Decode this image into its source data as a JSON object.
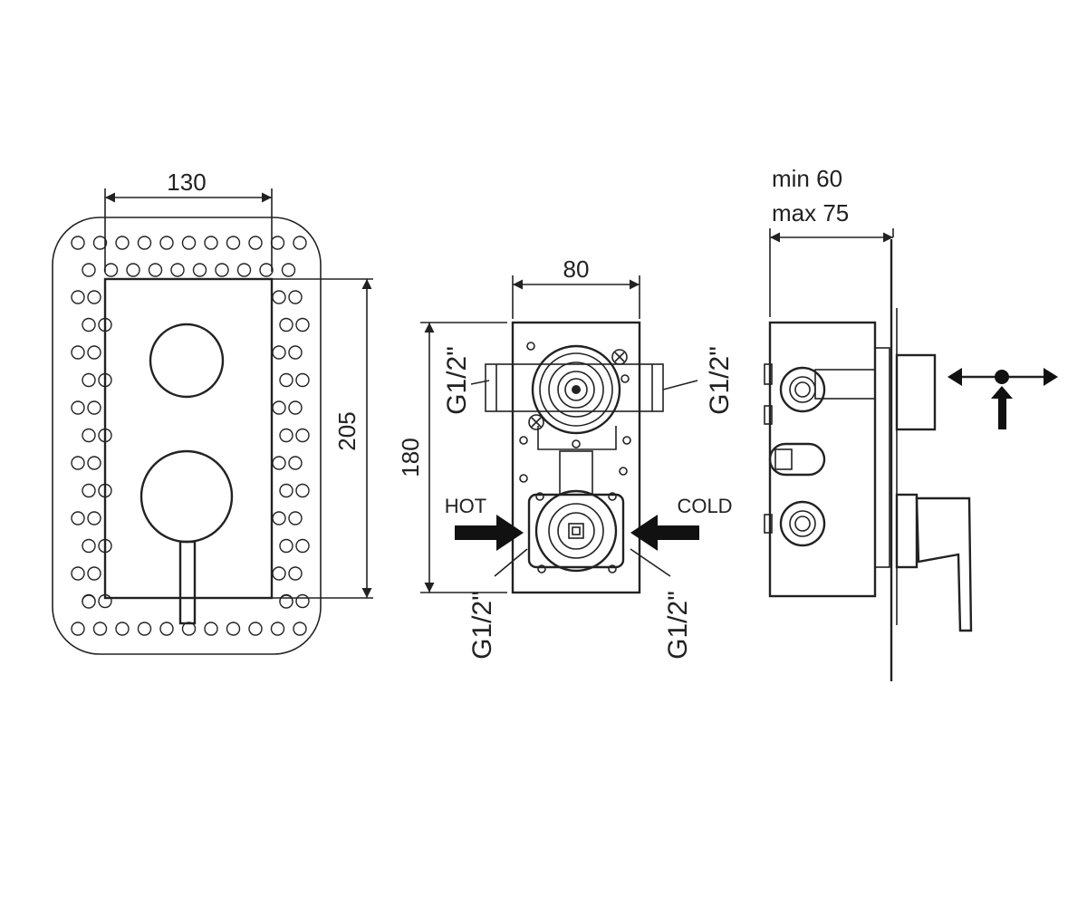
{
  "front_view": {
    "width_label": "130",
    "height_label": "205"
  },
  "body_view": {
    "width_label": "80",
    "height_label": "180",
    "hot_label": "HOT",
    "cold_label": "COLD",
    "thread_top_left": "G1/2\"",
    "thread_top_right": "G1/2\"",
    "thread_bottom_left": "G1/2\"",
    "thread_bottom_right": "G1/2\""
  },
  "side_view": {
    "depth_min_label": "min 60",
    "depth_max_label": "max 75"
  },
  "icons": {
    "flow_symbol": "direction-arrows-icon"
  }
}
